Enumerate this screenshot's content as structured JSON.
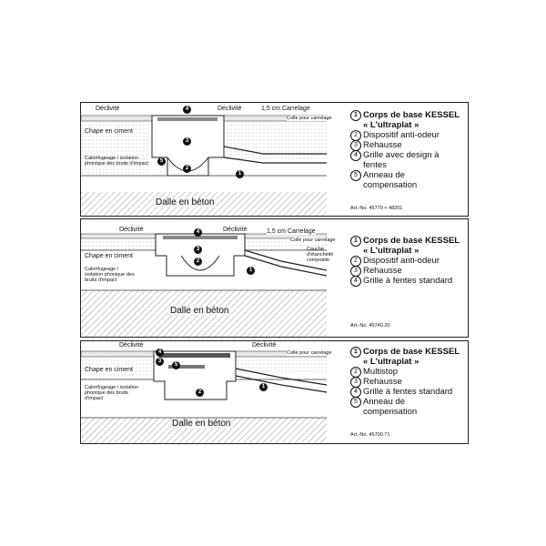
{
  "panels": [
    {
      "labels": {
        "declivite_left": "Déclivité",
        "declivite_right": "Déclivité",
        "carrelage": "1,5 cm Carrelage",
        "colle": "Colle pour carrelage",
        "chape": "Chape en ciment",
        "isolation": "Calorifugeage / isolation phonique des bruits d'impact",
        "dalle": "Dalle en béton"
      },
      "callouts": [
        "4",
        "3",
        "5",
        "2",
        "1"
      ],
      "legend": [
        {
          "num": "1",
          "text": "Corps de base KESSEL\n« L'ultraplat »",
          "bold": true
        },
        {
          "num": "2",
          "text": "Dispositif anti-odeur",
          "bold": false
        },
        {
          "num": "3",
          "text": "Rehausse",
          "bold": false
        },
        {
          "num": "4",
          "text": "Grille avec design à\nfentes",
          "bold": false
        },
        {
          "num": "5",
          "text": "Anneau de\ncompensation",
          "bold": false
        }
      ],
      "art_no": "Art.-No. 45770 + 48201"
    },
    {
      "labels": {
        "declivite_left": "Déclivité",
        "declivite_right": "Déclivité",
        "carrelage": "1,5 cm Carrelage",
        "colle": "Colle pour carrelage",
        "etancheite": "Couche\nd'étanchéité\ncomposite",
        "chape": "Chape en ciment",
        "isolation": "Calorifugeage /\nisolation phonique des\nbruits d'impact",
        "dalle": "Dalle en béton"
      },
      "callouts": [
        "4",
        "3",
        "2",
        "1"
      ],
      "legend": [
        {
          "num": "1",
          "text": "Corps de base KESSEL\n« L'ultraplat »",
          "bold": true
        },
        {
          "num": "2",
          "text": "Dispositif anti-odeur",
          "bold": false
        },
        {
          "num": "3",
          "text": "Rehausse",
          "bold": false
        },
        {
          "num": "4",
          "text": "Grille à fentes standard",
          "bold": false
        }
      ],
      "art_no": "Art.-No. 45740.20"
    },
    {
      "labels": {
        "declivite_left": "Déclivité",
        "declivite_right": "Déclivité",
        "colle": "Colle pour carrelage",
        "chape": "Chape en ciment",
        "isolation": "Calorifugeage / isolation\nphonique des bruits\nd'impact",
        "dalle": "Dalle en béton"
      },
      "callouts": [
        "4",
        "3",
        "5",
        "2",
        "1"
      ],
      "legend": [
        {
          "num": "1",
          "text": "Corps de base KESSEL\n« L'ultraplat »",
          "bold": true
        },
        {
          "num": "2",
          "text": "Multistop",
          "bold": false
        },
        {
          "num": "3",
          "text": "Rehausse",
          "bold": false
        },
        {
          "num": "4",
          "text": "Grille à fentes standard",
          "bold": false
        },
        {
          "num": "5",
          "text": "Anneau de\ncompensation",
          "bold": false
        }
      ],
      "art_no": "Art.-No. 45700.71"
    }
  ]
}
